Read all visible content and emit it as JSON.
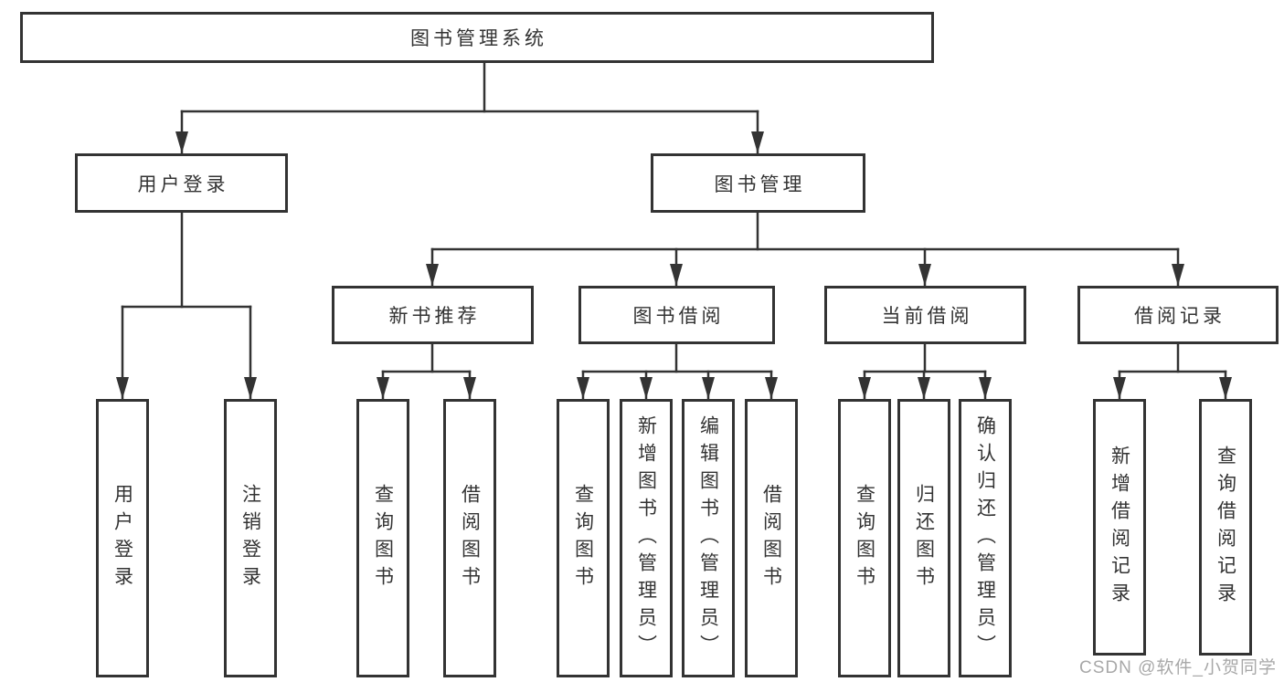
{
  "nodes": {
    "root": "图书管理系统",
    "user_login": "用户登录",
    "book_manage": "图书管理",
    "new_book": "新书推荐",
    "book_borrow": "图书借阅",
    "current_borrow": "当前借阅",
    "borrow_record": "借阅记录",
    "user_login_children": [
      "用户登录",
      "注销登录"
    ],
    "new_book_children": [
      "查询图书",
      "借阅图书"
    ],
    "book_borrow_children": [
      "查询图书",
      "新增图书（管理员）",
      "编辑图书（管理员）",
      "借阅图书"
    ],
    "current_borrow_children": [
      "查询图书",
      "归还图书",
      "确认归还（管理员）"
    ],
    "borrow_record_children": [
      "新增借阅记录",
      "查询借阅记录"
    ]
  },
  "watermark": "CSDN @软件_小贺同学",
  "colors": {
    "line": "#333333",
    "text": "#333333",
    "box_background": "#ffffff",
    "watermark": "#a8a8a8",
    "background": "#ffffff"
  }
}
